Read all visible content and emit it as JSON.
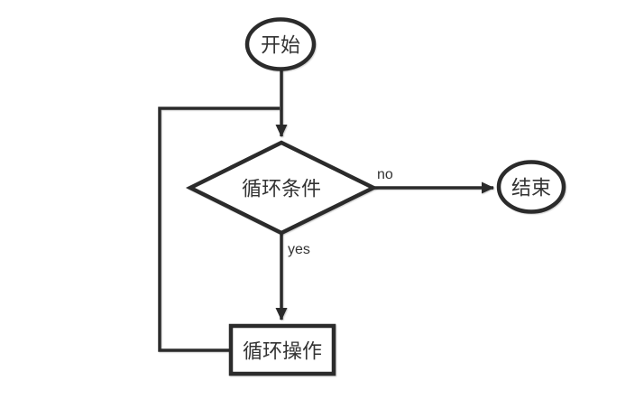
{
  "diagram": {
    "type": "flowchart",
    "background_color": "#ffffff",
    "stroke_color": "#2b2b2b",
    "shape_fill_color": "#ffffff",
    "text_color": "#333333",
    "nodes": [
      {
        "id": "start",
        "shape": "ellipse",
        "label": "开始"
      },
      {
        "id": "loop-condition",
        "shape": "diamond",
        "label": "循环条件"
      },
      {
        "id": "end",
        "shape": "ellipse",
        "label": "结束"
      },
      {
        "id": "loop-operation",
        "shape": "rectangle",
        "label": "循环操作"
      }
    ],
    "edges": [
      {
        "id": "start-to-condition",
        "from": "start",
        "to": "loop-condition",
        "label": ""
      },
      {
        "id": "condition-to-end",
        "from": "loop-condition",
        "to": "end",
        "label": "no"
      },
      {
        "id": "condition-to-operation",
        "from": "loop-condition",
        "to": "loop-operation",
        "label": "yes"
      },
      {
        "id": "operation-loop-back",
        "from": "loop-operation",
        "to": "start-to-condition",
        "label": ""
      }
    ]
  }
}
